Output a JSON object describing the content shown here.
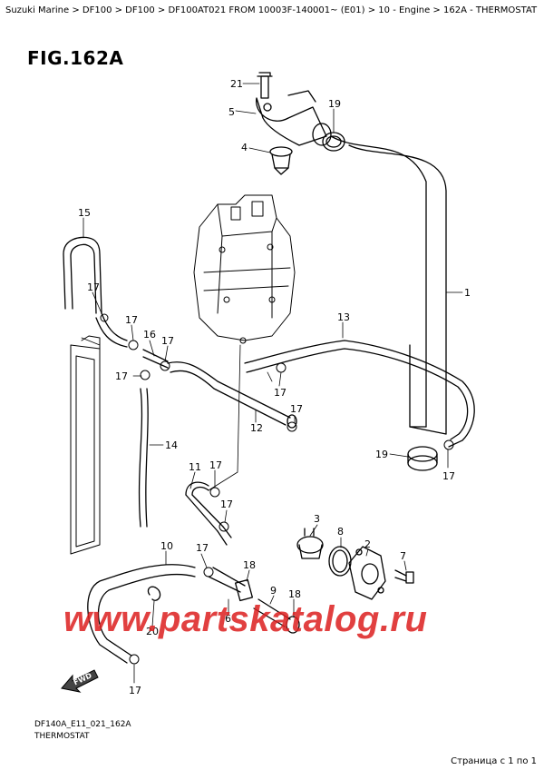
{
  "breadcrumb": "Suzuki Marine > DF100 > DF100 > DF100AT021 FROM 10003F-140001~ (E01) > 10 - Engine > 162A - THERMOSTAT",
  "figure_title": "FIG.162A",
  "watermark": "www.partskatalog.ru",
  "fwd_label": "FWD",
  "bottom_code": "DF140A_E11_021_162A",
  "bottom_name": "THERMOSTAT",
  "page_info": "Страница с 1 по 1",
  "callouts": {
    "c21": "21",
    "c5": "5",
    "c19a": "19",
    "c4": "4",
    "c15": "15",
    "c1": "1",
    "c17a": "17",
    "c17b": "17",
    "c16": "16",
    "c17c": "17",
    "c13": "13",
    "c17d": "17",
    "c17e": "17",
    "c17f": "17",
    "c12": "12",
    "c14": "14",
    "c19b": "19",
    "c17g": "17",
    "c11": "11",
    "c17h": "17",
    "c17i": "17",
    "c3": "3",
    "c8": "8",
    "c2": "2",
    "c7": "7",
    "c10": "10",
    "c17j": "17",
    "c18a": "18",
    "c9": "9",
    "c18b": "18",
    "c20": "20",
    "c6": "6",
    "c17k": "17"
  }
}
